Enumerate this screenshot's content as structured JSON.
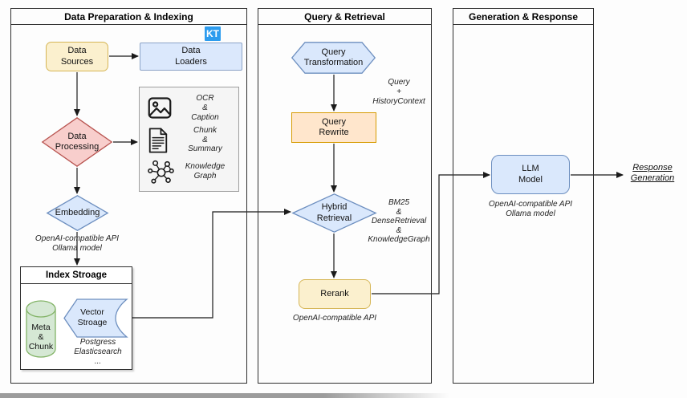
{
  "sections": [
    {
      "title": "Data Preparation & Indexing"
    },
    {
      "title": "Query & Retrieval"
    },
    {
      "title": "Generation & Response"
    }
  ],
  "badge": {
    "kt_logo": "KT"
  },
  "nodes": {
    "data_sources": "Data\nSources",
    "data_loaders": "Data\nLoaders",
    "data_processing": "Data\nProcessing",
    "embedding": "Embedding",
    "index_storage_title": "Index Stroage",
    "meta_chunk": "Meta\n&\nChunk",
    "vector_storage": "Vector\nStroage",
    "query_transformation": "Query\nTransformation",
    "query_rewrite": "Query\nRewrite",
    "hybrid_retrieval": "Hybrid\nRetrieval",
    "rerank": "Rerank",
    "llm_model": "LLM\nModel",
    "response_generation": "Response\nGeneration"
  },
  "processing_rows": [
    {
      "icon": "image-icon",
      "label": "OCR\n&\nCaption"
    },
    {
      "icon": "document-icon",
      "label": "Chunk\n&\nSummary"
    },
    {
      "icon": "graph-icon",
      "label": "Knowledge\nGraph"
    }
  ],
  "notes": {
    "embedding_api": "OpenAI-compatible API\nOllama model",
    "vector_backends": "Postgress\nElasticsearch\n...",
    "query_context": "Query\n+\nHistoryContext",
    "retrieval_methods": "BM25\n&\nDenseRetrieval\n&\nKnowledgeGraph",
    "rerank_api": "OpenAI-compatible API",
    "llm_api": "OpenAI-compatible API\nOllama model"
  },
  "colors": {
    "yellow_fill": "#FBF0CE",
    "yellow_stroke": "#D6B656",
    "orange_fill": "#FFE6CC",
    "orange_stroke": "#D79B00",
    "blue_fill": "#DAE8FC",
    "blue_stroke": "#6C8EBF",
    "red_fill": "#F8CECC",
    "red_stroke": "#B85450",
    "green_fill": "#D5E8D4",
    "green_stroke": "#82B366",
    "gray_fill": "#F5F5F5",
    "gray_stroke": "#9E9E9E",
    "kt_blue": "#2D9CEE",
    "line": "#1a1a1a"
  }
}
